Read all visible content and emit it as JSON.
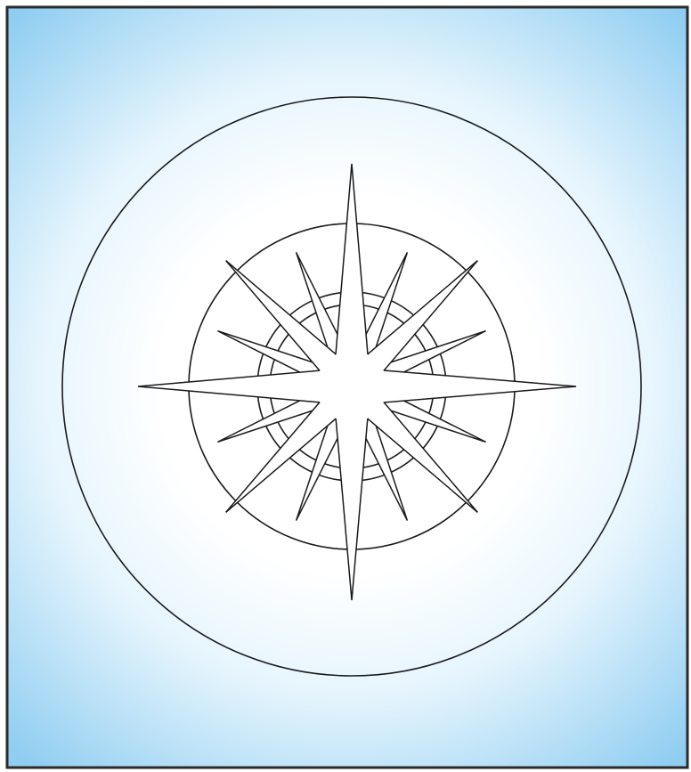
{
  "figure": {
    "description_free": true,
    "background_colors": {
      "center": "#ffffff",
      "mid": "#e6f5fd",
      "edge": "#8fcdf1"
    },
    "border_color": "#2b2b2b",
    "line_color": "#1a1a1a",
    "star_fill": "#ffffff",
    "rings": 3,
    "star_points": {
      "major": 4,
      "diagonal": 4,
      "minor": 8
    }
  }
}
